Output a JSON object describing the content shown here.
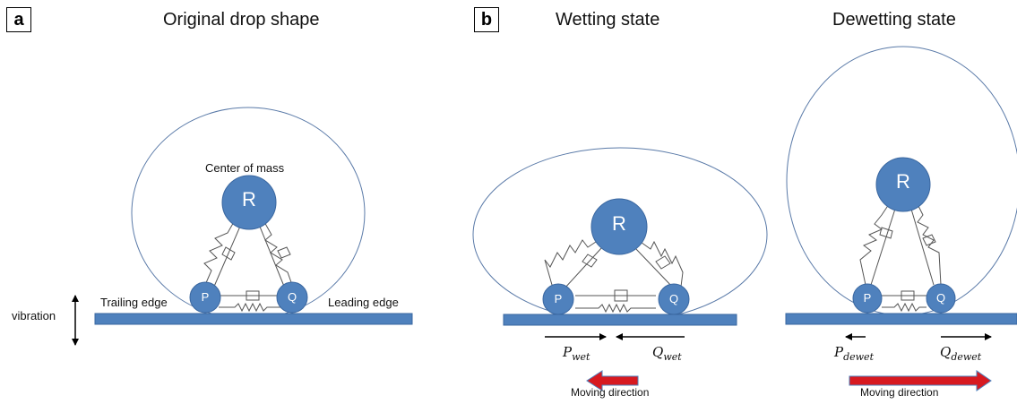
{
  "panel_a": {
    "label": "a",
    "title": "Original drop shape",
    "center_of_mass": "Center of mass",
    "trailing_edge": "Trailing edge",
    "leading_edge": "Leading edge",
    "vibration": "vibration",
    "nodes": {
      "r": "R",
      "p": "P",
      "q": "Q"
    }
  },
  "panel_b": {
    "label": "b",
    "wetting": {
      "title": "Wetting state",
      "nodes": {
        "r": "R",
        "p": "P",
        "q": "Q"
      },
      "p_force": {
        "base": "P",
        "sub": "wet"
      },
      "q_force": {
        "base": "Q",
        "sub": "wet"
      },
      "moving_direction": "Moving direction"
    },
    "dewetting": {
      "title": "Dewetting state",
      "nodes": {
        "r": "R",
        "p": "P",
        "q": "Q"
      },
      "p_force": {
        "base": "P",
        "sub": "dewet"
      },
      "q_force": {
        "base": "Q",
        "sub": "dewet"
      },
      "moving_direction": "Moving direction"
    }
  },
  "colors": {
    "node_fill": "#4f81bd",
    "node_stroke": "#3a67a0",
    "substrate": "#4f81bd",
    "drop_outline": "#5a7aa8",
    "arrow_fill": "#d71920",
    "arrow_outline": "#4f81bd"
  }
}
